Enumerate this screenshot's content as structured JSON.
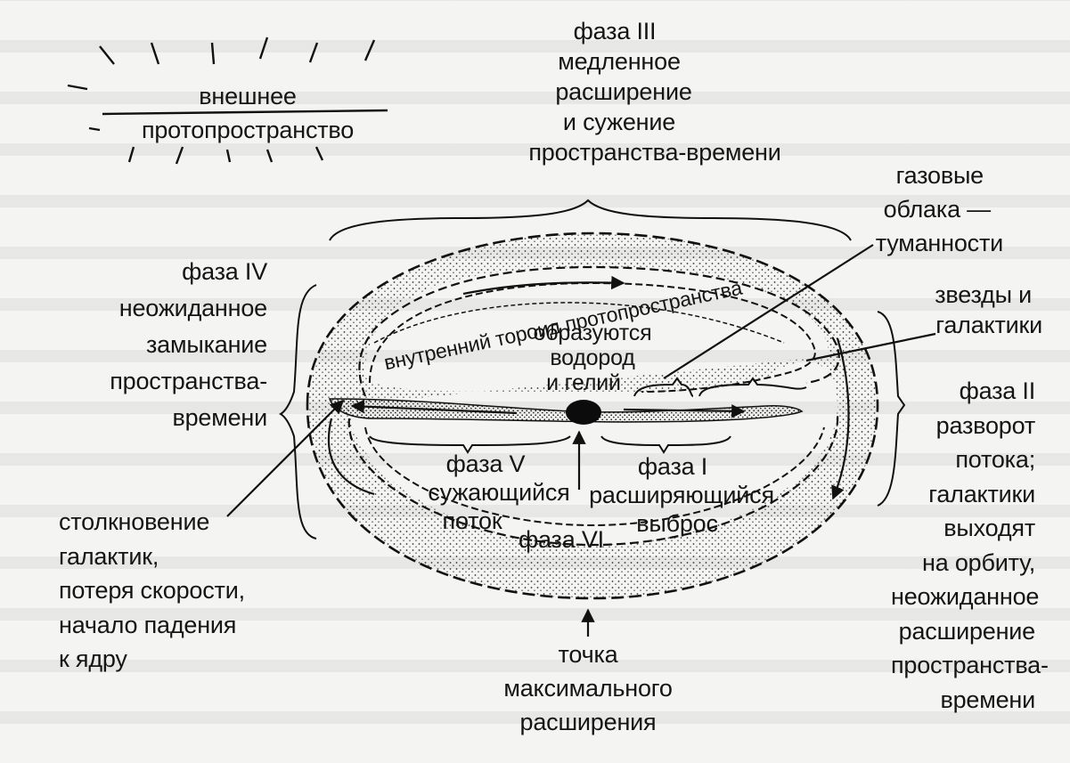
{
  "labels": {
    "outer_proto": [
      "внешнее",
      "протопространство"
    ],
    "phase3": [
      "фаза III",
      "медленное",
      "расширение",
      "и сужение",
      "пространства-времени"
    ],
    "gas_clouds": [
      "газовые",
      "облака —",
      "туманности"
    ],
    "stars": [
      "звезды и",
      "галактики"
    ],
    "phase4": [
      "фаза IV",
      "неожиданное",
      "замыкание",
      "пространства-",
      "времени"
    ],
    "inner_toroid": "внутренний тороид протопространства",
    "hydrogen": [
      "образуются",
      "водород",
      "и гелий"
    ],
    "phase2": [
      "фаза II",
      "разворот",
      "потока;",
      "галактики",
      "выходят",
      "на орбиту,",
      "неожиданное",
      "расширение",
      "пространства-",
      "времени"
    ],
    "phase5": [
      "фаза V",
      "сужающийся",
      "поток"
    ],
    "phase1": [
      "фаза I",
      "расширяющийся",
      "выброс"
    ],
    "phase6": "фаза VI",
    "collision": [
      "столкновение",
      "галактик,",
      "потеря скорости,",
      "начало падения",
      "к ядру"
    ],
    "max_point": [
      "точка",
      "максимального",
      "расширения"
    ]
  },
  "colors": {
    "ink": "#151515",
    "paper": "#f4f4f2",
    "stipple": "#333333"
  }
}
